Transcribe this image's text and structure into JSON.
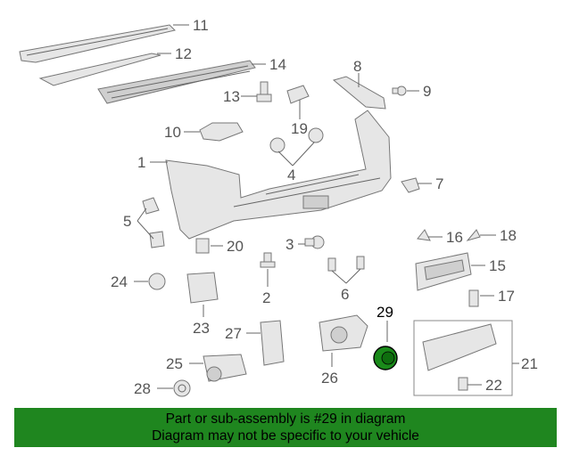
{
  "callouts": {
    "c1": "1",
    "c2": "2",
    "c3": "3",
    "c4": "4",
    "c5": "5",
    "c6": "6",
    "c7": "7",
    "c8": "8",
    "c9": "9",
    "c10": "10",
    "c11": "11",
    "c12": "12",
    "c13": "13",
    "c14": "14",
    "c15": "15",
    "c16": "16",
    "c17": "17",
    "c18": "18",
    "c19": "19",
    "c20": "20",
    "c21": "21",
    "c22": "22",
    "c23": "23",
    "c24": "24",
    "c25": "25",
    "c26": "26",
    "c27": "27",
    "c28": "28",
    "c29": "29"
  },
  "highlight": {
    "part": "29",
    "color": "#1a8a1a"
  },
  "banner": {
    "line1": "Part or sub-assembly is #29 in diagram",
    "line2": "Diagram may not be specific to your vehicle",
    "color": "#1f861f"
  }
}
